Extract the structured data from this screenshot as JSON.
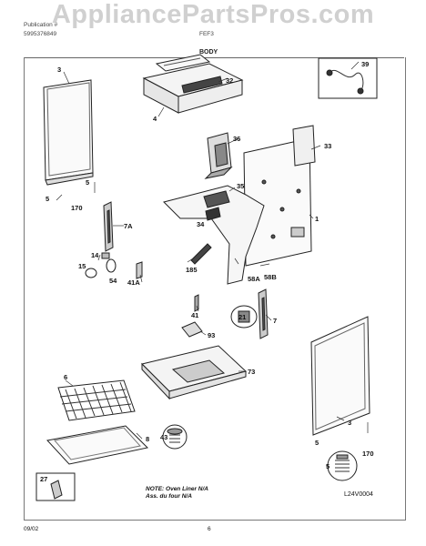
{
  "watermark": "AppliancePartsPros.com",
  "header": {
    "publication": "Publication #",
    "pub_number": "5995376849",
    "model": "FEF3",
    "section": "BODY"
  },
  "callouts": [
    "3",
    "32",
    "4",
    "39",
    "36",
    "33",
    "1",
    "35",
    "34",
    "7A",
    "5",
    "5",
    "170",
    "14",
    "15",
    "54",
    "41A",
    "185",
    "58A",
    "58B",
    "41",
    "21",
    "7",
    "93",
    "73",
    "6",
    "8",
    "43",
    "3",
    "5",
    "170",
    "5",
    "27"
  ],
  "footer": {
    "note_line1": "NOTE: Oven Liner N/A",
    "note_line2": "Ass. du four N/A",
    "diagram_code": "L24V0004",
    "date": "09/02",
    "page": "6"
  }
}
